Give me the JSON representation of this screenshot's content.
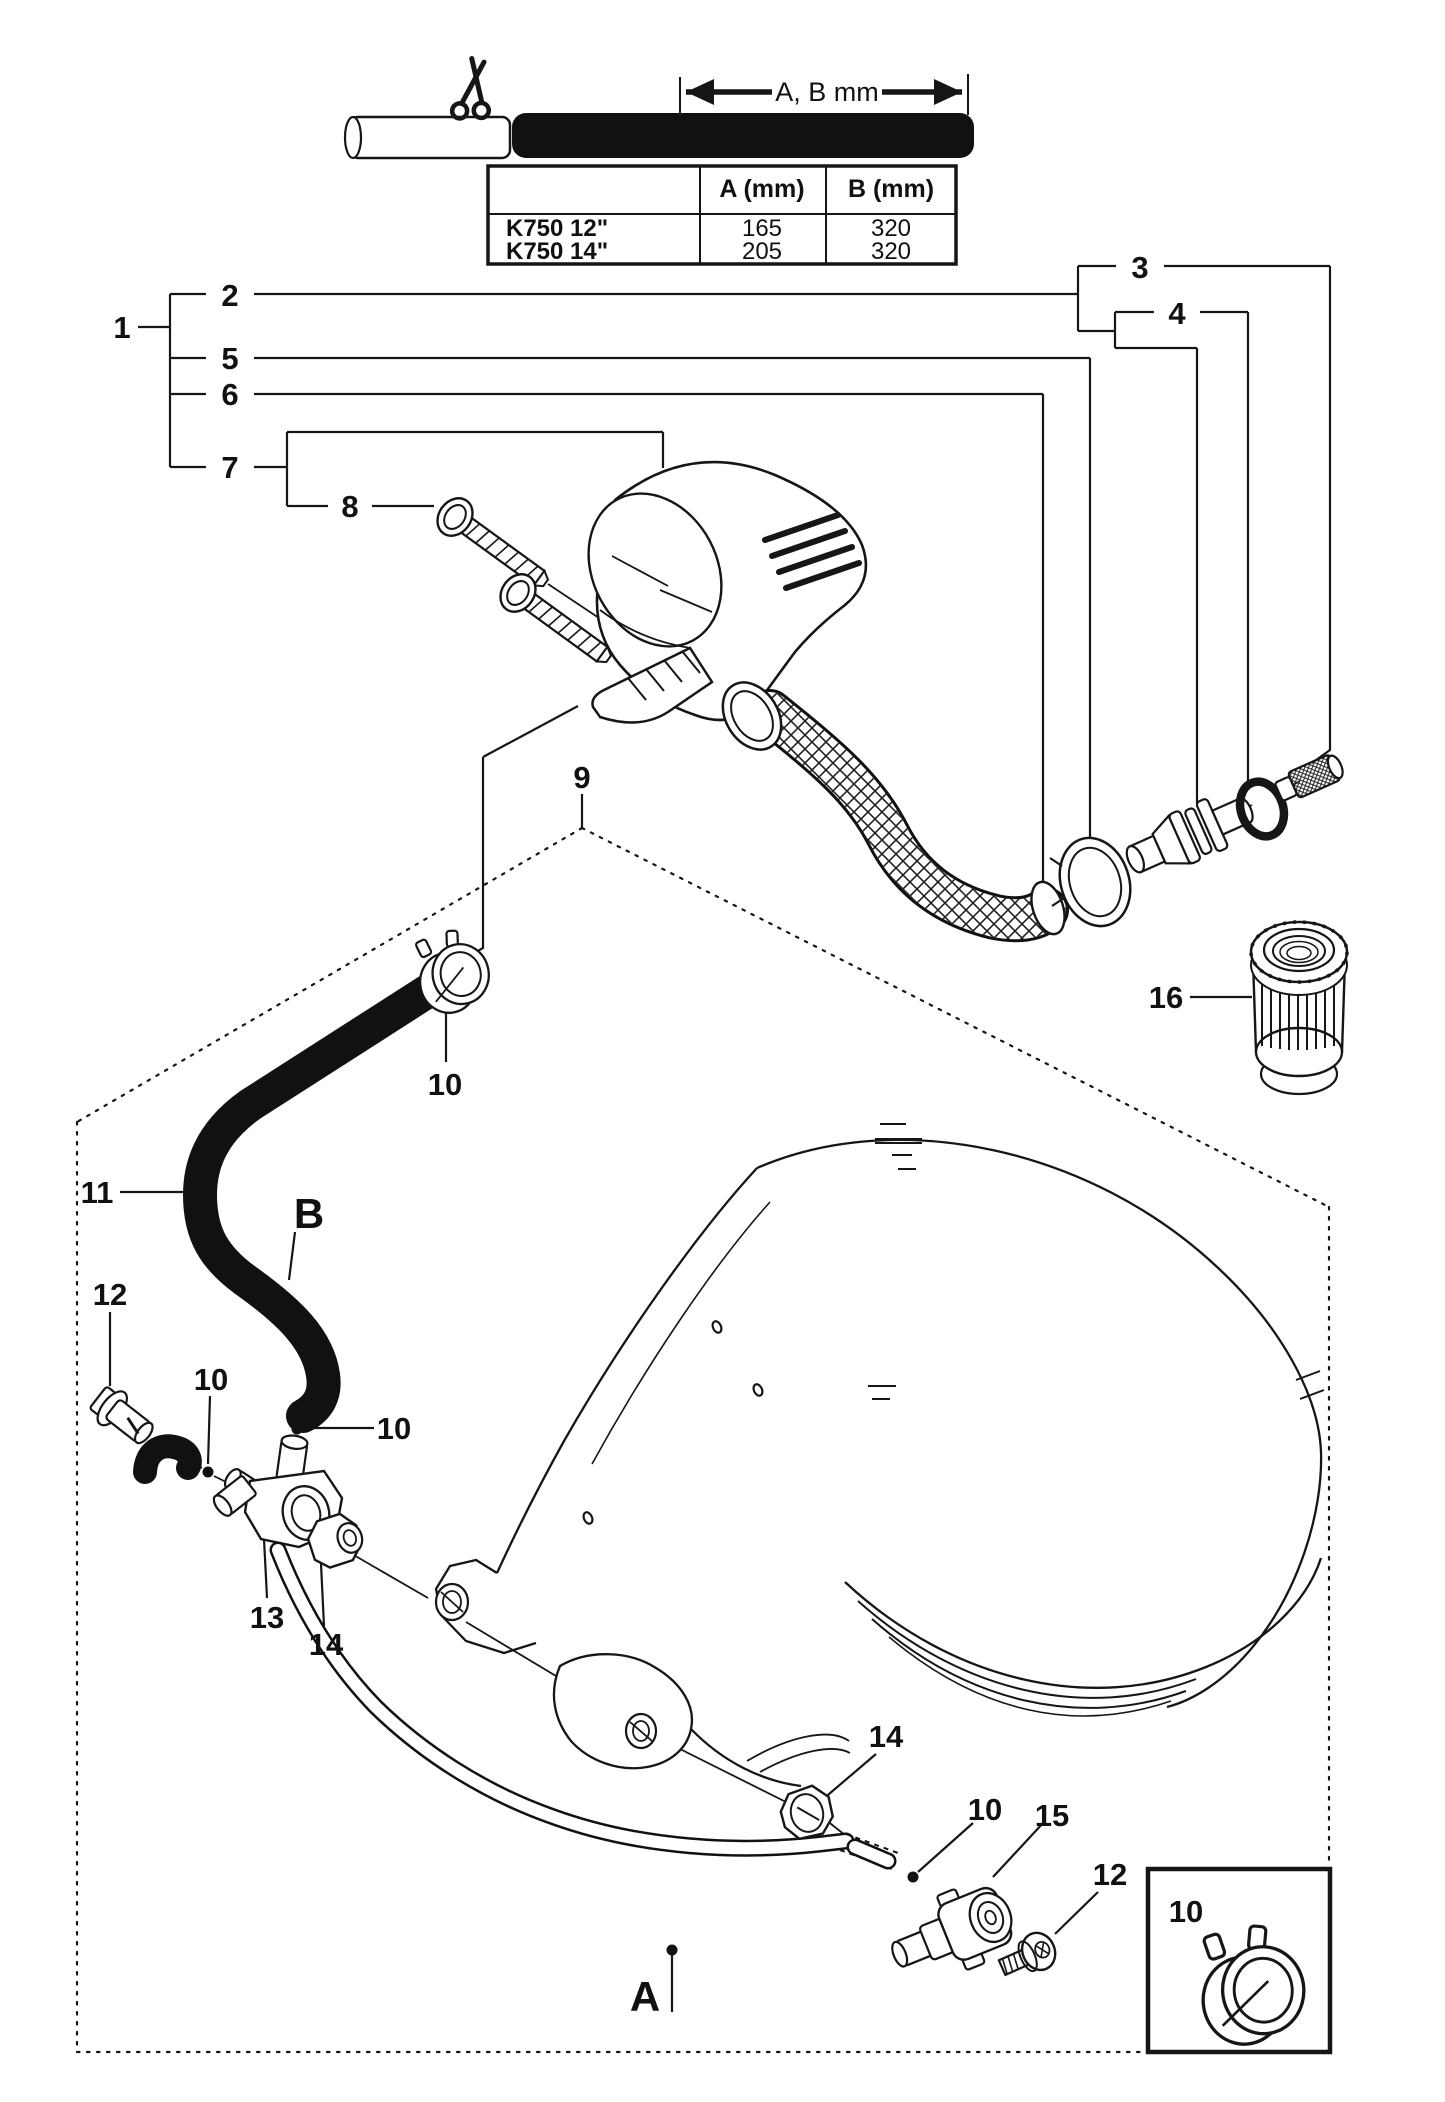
{
  "figure": {
    "title_hint": "Cut-off saw water kit exploded parts diagram",
    "dimension_label": "A, B mm",
    "table": {
      "col_headers": [
        "A (mm)",
        "B (mm)"
      ],
      "rows": [
        {
          "model": "K750 12\"",
          "a": "165",
          "b": "320"
        },
        {
          "model": "K750 14\"",
          "a": "205",
          "b": "320"
        }
      ]
    },
    "callouts": {
      "n1": "1",
      "n2": "2",
      "n3": "3",
      "n4": "4",
      "n5": "5",
      "n6": "6",
      "n7": "7",
      "n8": "8",
      "n9": "9",
      "n11": "11",
      "n13": "13",
      "n15": "15",
      "n16": "16",
      "n10_hose_clamp": "10",
      "n10_hose11_end": "10",
      "n10_hoseB_end": "10",
      "n10_hoseA_end": "10",
      "n10_detail": "10",
      "n12_plug": "12",
      "n12_screw": "12",
      "n14_valve": "14",
      "n14_nut": "14",
      "mark_a": "A",
      "mark_b": "B"
    }
  }
}
